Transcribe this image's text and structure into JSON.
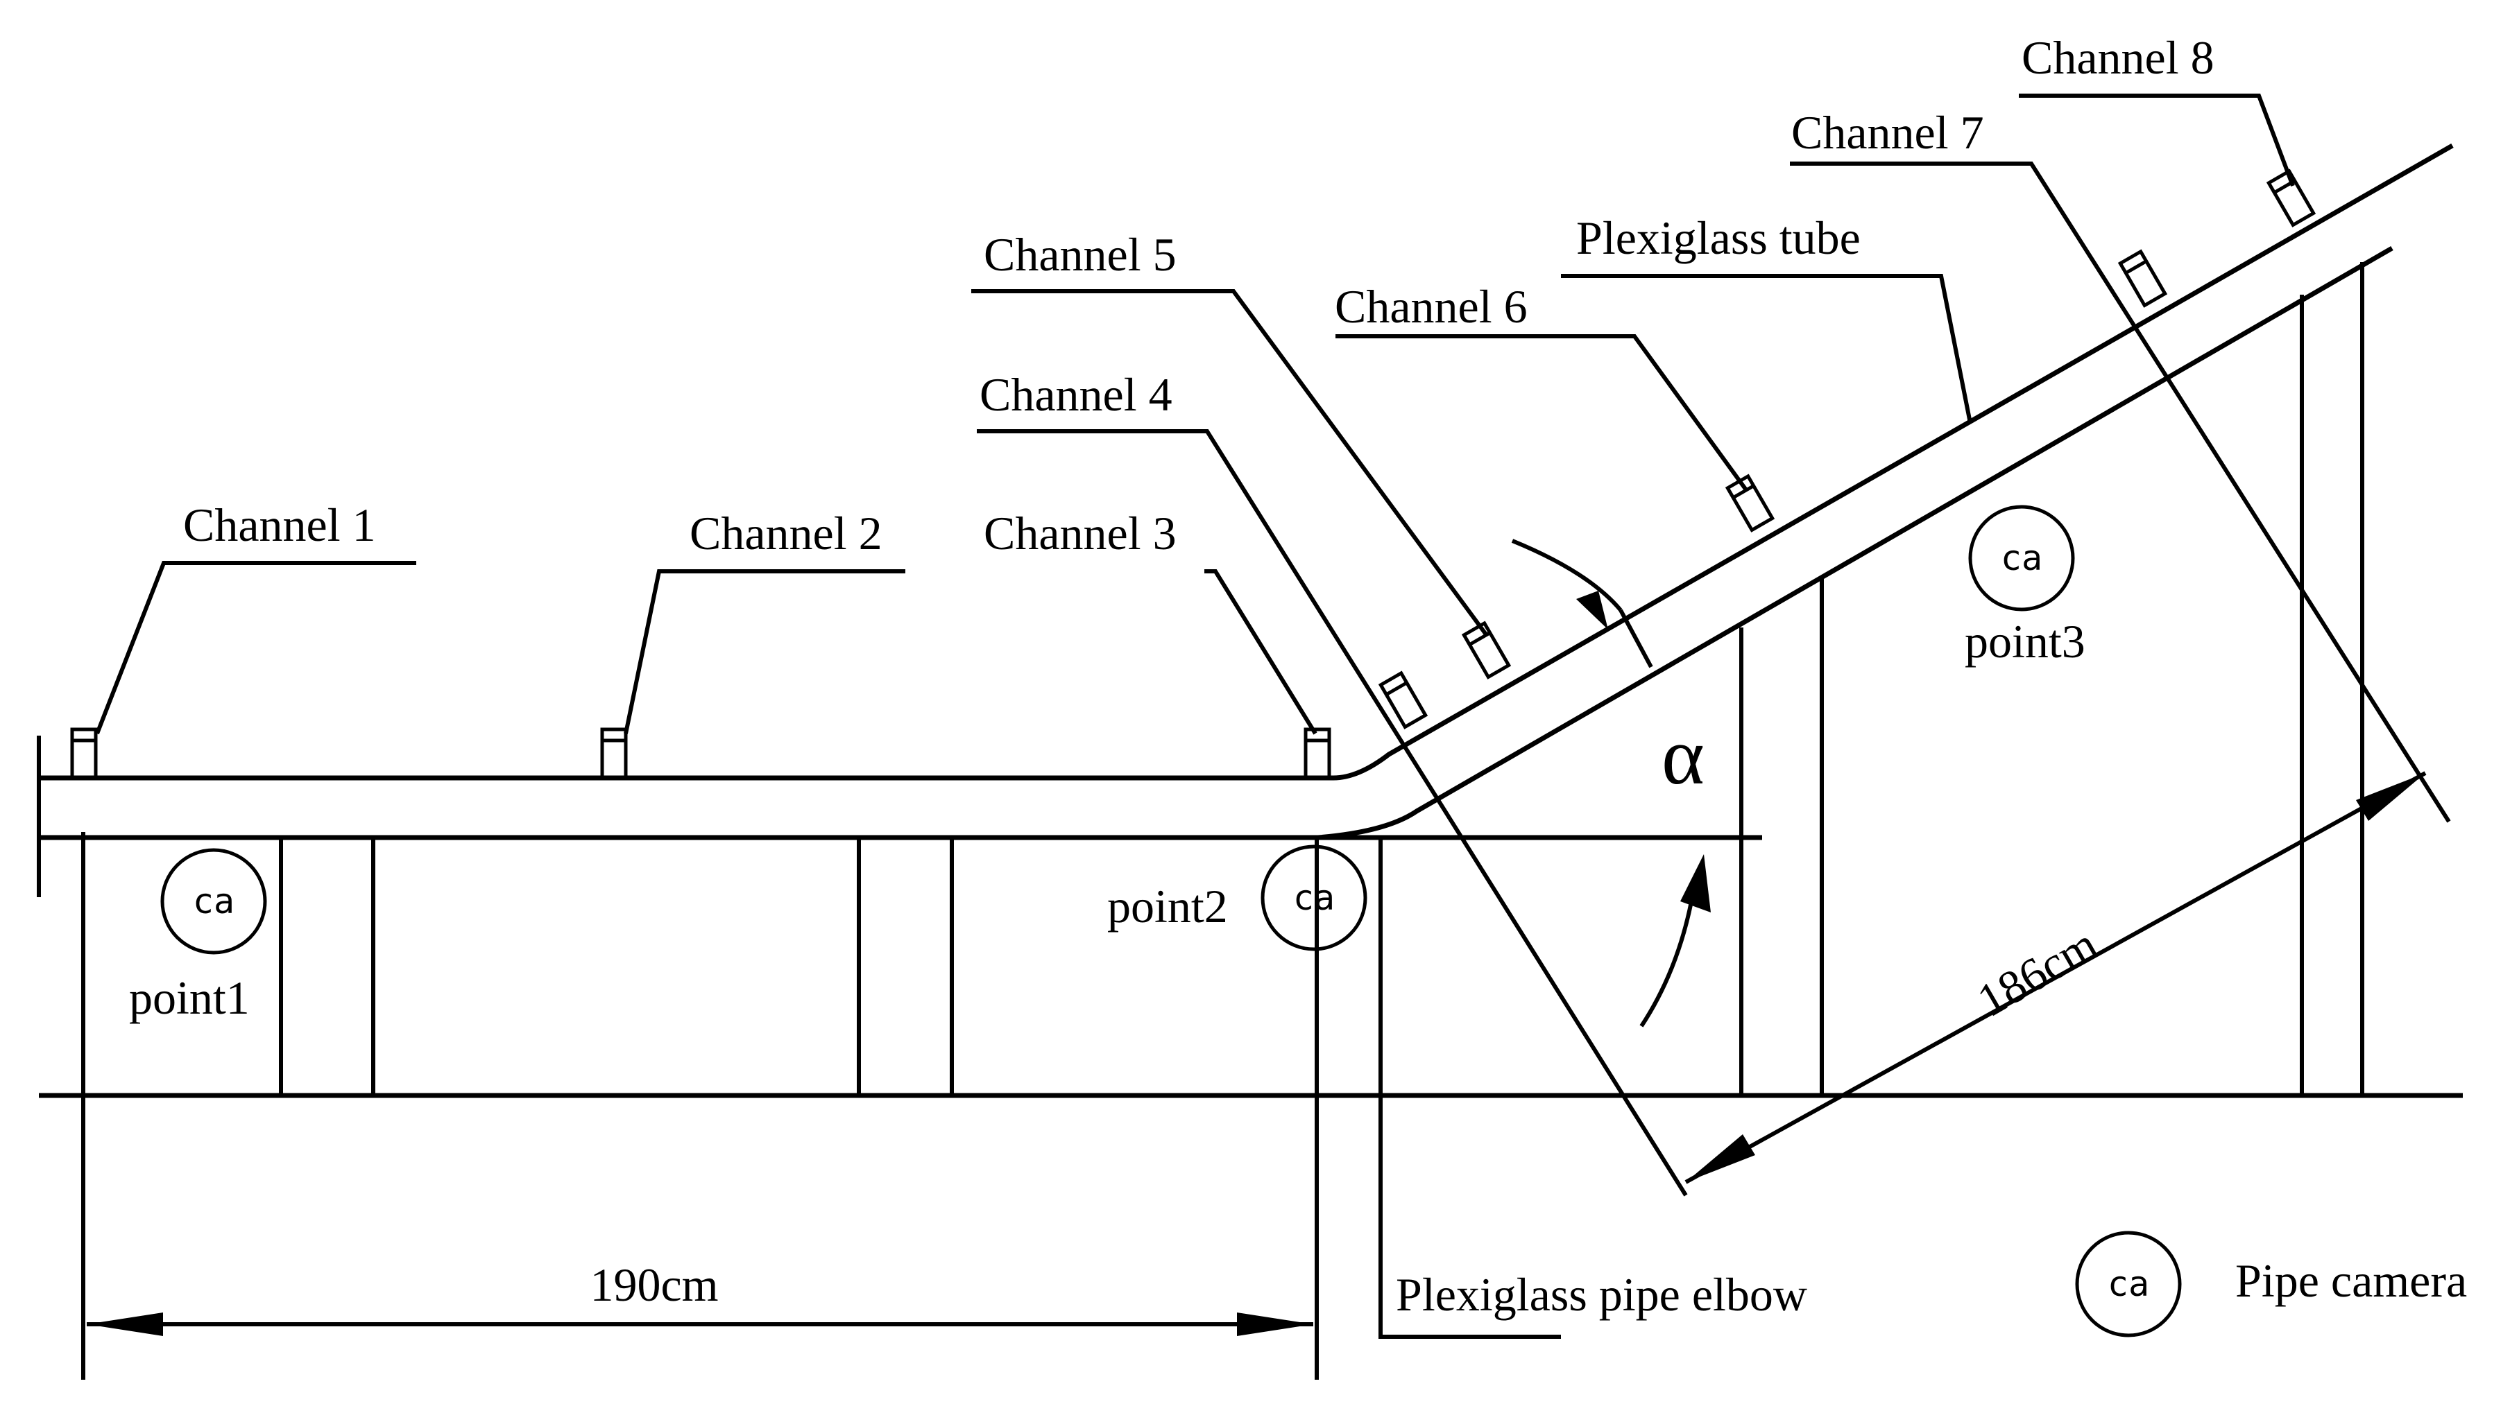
{
  "channels": [
    {
      "label": "Channel 1"
    },
    {
      "label": "Channel 2"
    },
    {
      "label": "Channel 3"
    },
    {
      "label": "Channel 4"
    },
    {
      "label": "Channel 5"
    },
    {
      "label": "Channel 6"
    },
    {
      "label": "Channel 7"
    },
    {
      "label": "Channel 8"
    }
  ],
  "parts": {
    "tube": "Plexiglass tube",
    "elbow": "Plexiglass pipe elbow"
  },
  "points": [
    {
      "label": "point1"
    },
    {
      "label": "point2"
    },
    {
      "label": "point3"
    }
  ],
  "camera_symbol_text": "ca",
  "legend": {
    "camera_label": "Pipe camera"
  },
  "dimensions": {
    "horizontal": "190cm",
    "inclined": "186cm"
  },
  "angle_symbol": "α"
}
